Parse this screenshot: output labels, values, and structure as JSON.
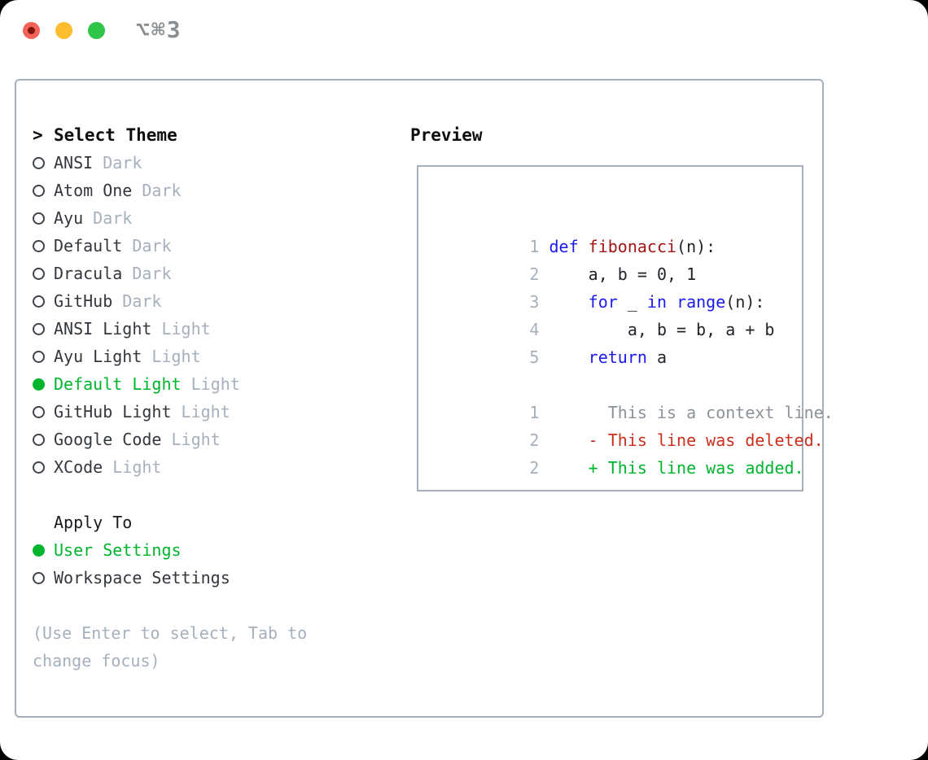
{
  "colors": {
    "accent_green": "#00b42e",
    "keyword_blue": "#1b1aee",
    "function_dark_red": "#a31415",
    "deleted_red": "#cb2f1d",
    "added_green": "#00b42e",
    "muted_gray": "#a6b0bc",
    "context_gray": "#8b9299",
    "border_gray": "#a6aeb8",
    "traffic_red": "#f4635a",
    "traffic_yellow": "#fcbd2f",
    "traffic_green": "#2fc548"
  },
  "titlebar": {
    "shortcut": "⌥⌘3"
  },
  "theme_panel": {
    "prompt": ">",
    "title": "Select Theme",
    "items": [
      {
        "name": "ANSI",
        "variant": "Dark",
        "selected": false
      },
      {
        "name": "Atom One",
        "variant": "Dark",
        "selected": false
      },
      {
        "name": "Ayu",
        "variant": "Dark",
        "selected": false
      },
      {
        "name": "Default",
        "variant": "Dark",
        "selected": false
      },
      {
        "name": "Dracula",
        "variant": "Dark",
        "selected": false
      },
      {
        "name": "GitHub",
        "variant": "Dark",
        "selected": false
      },
      {
        "name": "ANSI Light",
        "variant": "Light",
        "selected": false
      },
      {
        "name": "Ayu Light",
        "variant": "Light",
        "selected": false
      },
      {
        "name": "Default Light",
        "variant": "Light",
        "selected": true
      },
      {
        "name": "GitHub Light",
        "variant": "Light",
        "selected": false
      },
      {
        "name": "Google Code",
        "variant": "Light",
        "selected": false
      },
      {
        "name": "XCode",
        "variant": "Light",
        "selected": false
      }
    ],
    "apply_to": {
      "title": "Apply To",
      "options": [
        {
          "label": "User Settings",
          "selected": true
        },
        {
          "label": "Workspace Settings",
          "selected": false
        }
      ]
    },
    "help_text": "(Use Enter to select, Tab to change focus)"
  },
  "preview_panel": {
    "title": "Preview",
    "code_lines": [
      {
        "num": "1",
        "tokens": [
          {
            "t": "def",
            "c": "kw"
          },
          {
            "t": " ",
            "c": "pl"
          },
          {
            "t": "fibonacci",
            "c": "fn"
          },
          {
            "t": "(n):",
            "c": "pl"
          }
        ]
      },
      {
        "num": "2",
        "tokens": [
          {
            "t": "    a, b = 0, 1",
            "c": "pl"
          }
        ]
      },
      {
        "num": "3",
        "tokens": [
          {
            "t": "    ",
            "c": "pl"
          },
          {
            "t": "for",
            "c": "kw"
          },
          {
            "t": " _ ",
            "c": "pl"
          },
          {
            "t": "in",
            "c": "kw"
          },
          {
            "t": " ",
            "c": "pl"
          },
          {
            "t": "range",
            "c": "kw"
          },
          {
            "t": "(n):",
            "c": "pl"
          }
        ]
      },
      {
        "num": "4",
        "tokens": [
          {
            "t": "        a, b = b, a + b",
            "c": "pl"
          }
        ]
      },
      {
        "num": "5",
        "tokens": [
          {
            "t": "    ",
            "c": "pl"
          },
          {
            "t": "return",
            "c": "kw"
          },
          {
            "t": " a",
            "c": "pl"
          }
        ]
      }
    ],
    "diff_lines": [
      {
        "num": "1",
        "text": "      This is a context line.",
        "kind": "ctx"
      },
      {
        "num": "2",
        "text": "    - This line was deleted.",
        "kind": "del"
      },
      {
        "num": "2",
        "text": "    + This line was added.",
        "kind": "add"
      }
    ]
  }
}
